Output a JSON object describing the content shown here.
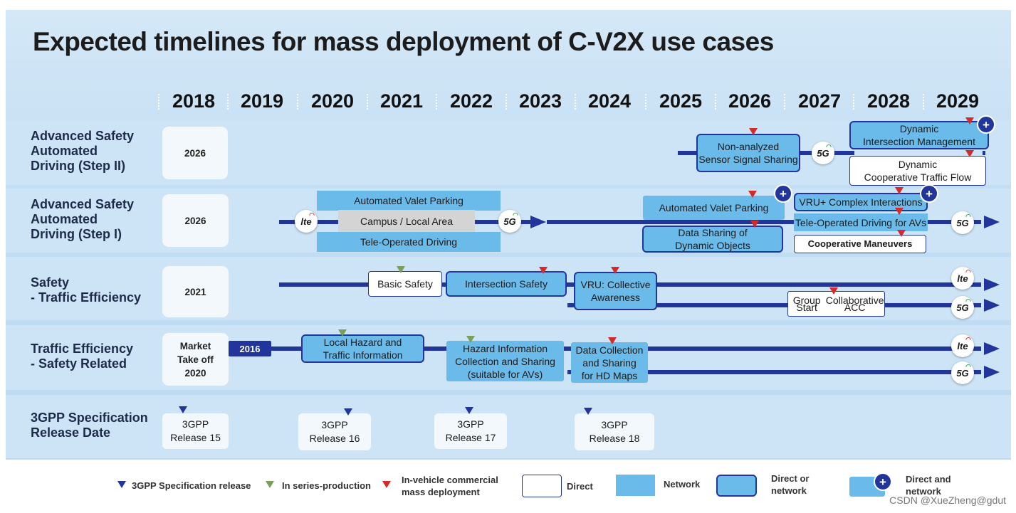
{
  "title": "Expected timelines for mass deployment of C-V2X use cases",
  "years": [
    "2018",
    "2019",
    "2020",
    "2021",
    "2022",
    "2023",
    "2024",
    "2025",
    "2026",
    "2027",
    "2028",
    "2029"
  ],
  "rows": [
    {
      "label": "Advanced Safety\nAutomated\nDriving (Step II)",
      "date": "2026"
    },
    {
      "label": "Advanced Safety\nAutomated\nDriving (Step I)",
      "date": "2026"
    },
    {
      "label": "Safety\n- Traffic Efficiency",
      "date": "2021"
    },
    {
      "label": "Traffic Efficiency\n- Safety Related",
      "date": "Market\nTake off\n2020"
    },
    {
      "label": "3GPP Specification\nRelease Date",
      "date": ""
    }
  ],
  "tech": {
    "lte": "lte",
    "fiveg": "5G"
  },
  "step2": {
    "sensor": "Non-analyzed\nSensor Signal Sharing",
    "intersection_mgmt": "Dynamic\nIntersection Management",
    "traffic_flow": "Dynamic\nCooperative Traffic Flow"
  },
  "step1": {
    "valet_top": "Automated Valet Parking",
    "campus": "Campus / Local Area",
    "tele": "Tele-Operated Driving",
    "valet_right": "Automated Valet Parking",
    "data_sharing": "Data Sharing of\nDynamic Objects",
    "vru_complex": "VRU+ Complex Interactions",
    "tele_avs": "Tele-Operated Driving for AVs",
    "coop_maneuvers": "Cooperative Maneuvers"
  },
  "safety": {
    "basic": "Basic Safety",
    "intersection": "Intersection Safety",
    "vru": "VRU: Collective\nAwareness",
    "group_start": "Group Start",
    "collab_acc": "Collaborative ACC"
  },
  "efficiency": {
    "year_2016": "2016",
    "local_hazard": "Local Hazard and\nTraffic Information",
    "hazard_collection": "Hazard Information\nCollection and Sharing\n(suitable for AVs)",
    "hd_maps": "Data Collection\nand Sharing\nfor HD Maps"
  },
  "gpp": [
    {
      "text": "3GPP\nRelease 15"
    },
    {
      "text": "3GPP\nRelease 16"
    },
    {
      "text": "3GPP\nRelease 17"
    },
    {
      "text": "3GPP\nRelease 18"
    }
  ],
  "legend": {
    "spec_release": "3GPP Specification release",
    "series_production": "In series-production",
    "commercial": "In-vehicle commercial\nmass deployment",
    "direct": "Direct",
    "network": "Network",
    "direct_or_network": "Direct or\nnetwork",
    "direct_and_network": "Direct and\nnetwork"
  },
  "watermark": "CSDN @XueZheng@gdut",
  "colors": {
    "line": "#22359a",
    "network": "#6bbbea",
    "commercial": "#d42a2a",
    "series": "#78a05a",
    "spec": "#22359a"
  }
}
